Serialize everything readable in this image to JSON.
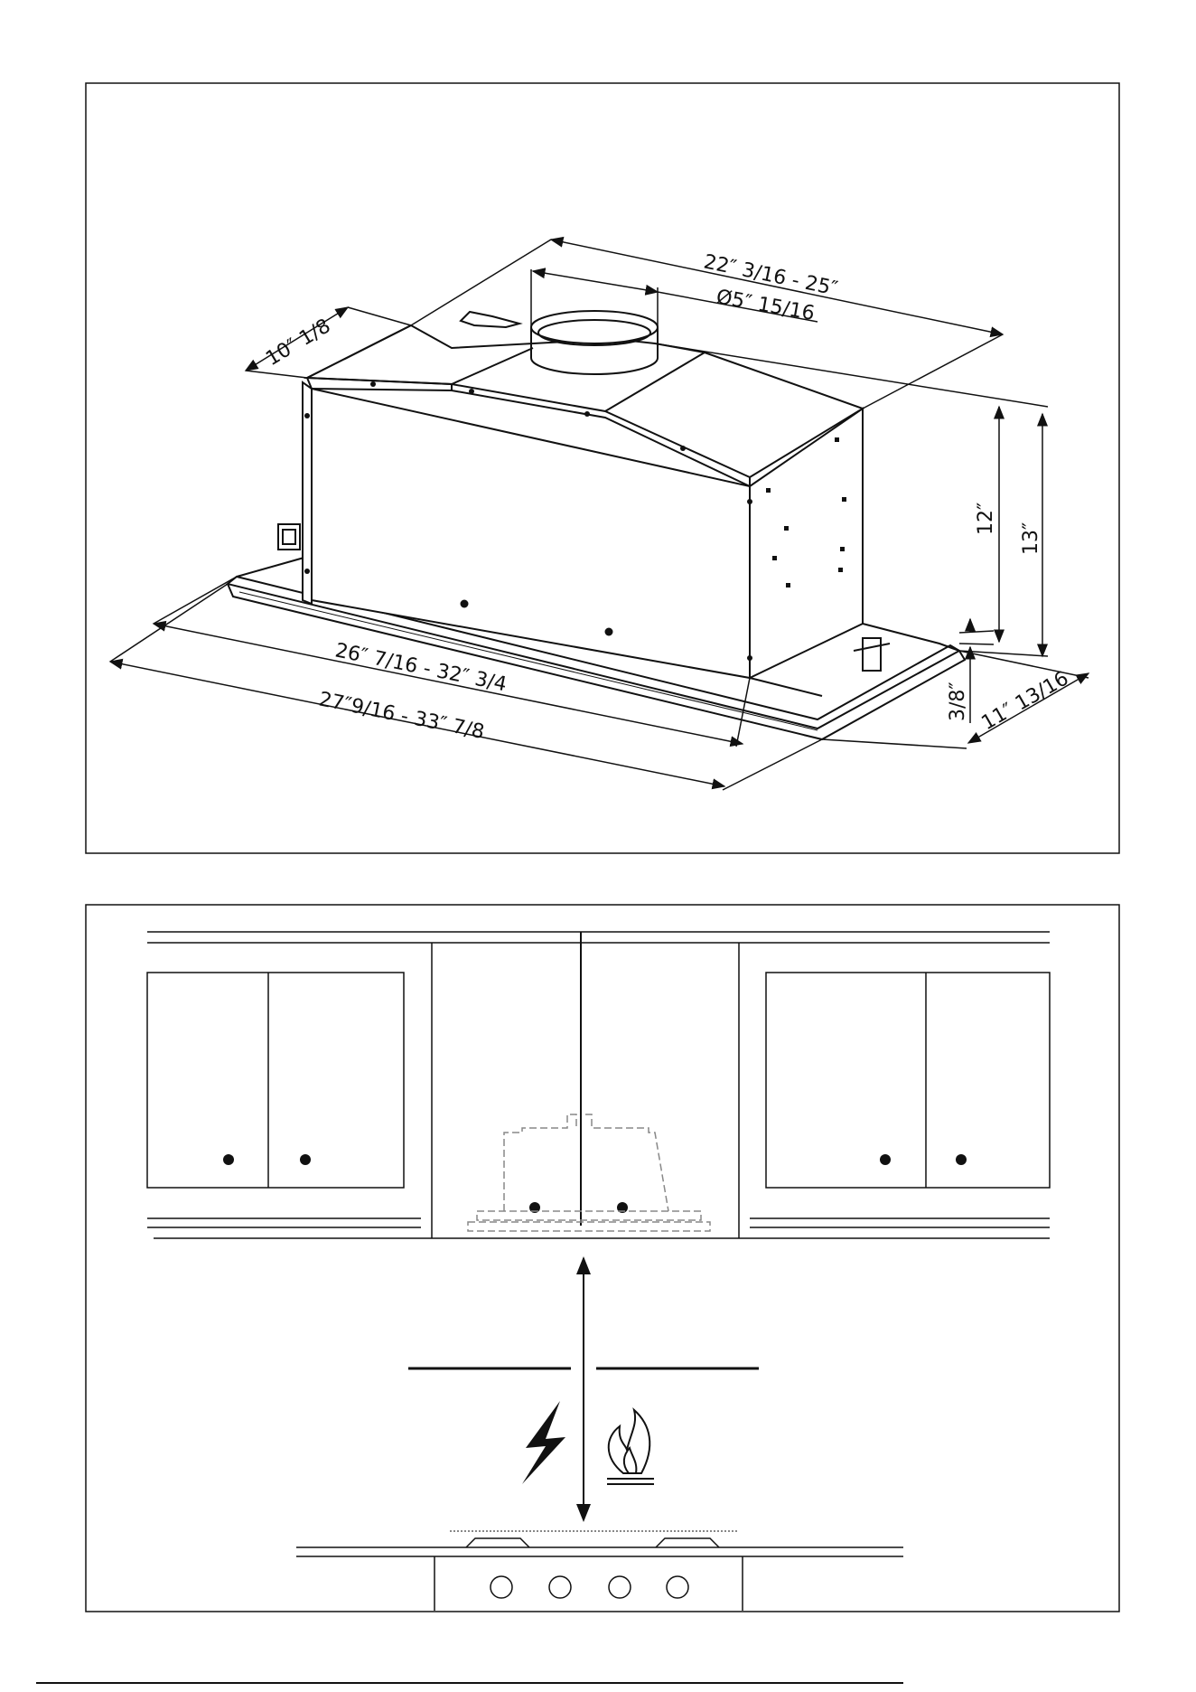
{
  "top_panel": {
    "dimensions": {
      "overall_depth_top": "22″  3/16  -  25″",
      "duct_diameter": "Ø5″  15/16",
      "side_depth": "10″  1/8",
      "height_inner": "12″",
      "height_outer": "13″",
      "flange_thickness": "3/8″",
      "width_inner": "26″  7/16  -  32″  3/4",
      "width_outer": "27″9/16  -  33″  7/8",
      "side_width": "11″  13/16"
    }
  },
  "bottom_panel": {
    "icons": [
      "electric-bolt-icon",
      "gas-flame-icon"
    ]
  }
}
